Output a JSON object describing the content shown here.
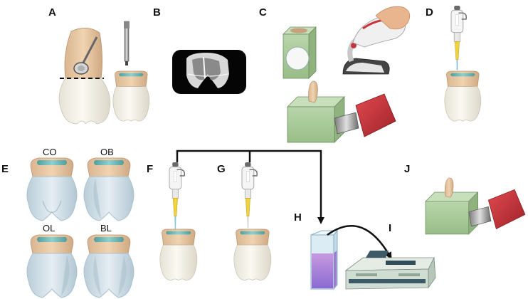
{
  "panels": {
    "a": "A",
    "b": "B",
    "c": "C",
    "d": "D",
    "e": "E",
    "f": "F",
    "g": "G",
    "h": "H",
    "i": "I",
    "j": "J"
  },
  "sections": {
    "co": "CO",
    "ob": "OB",
    "ol": "OL",
    "bl": "BL"
  },
  "colors": {
    "crown": "#f2efe6",
    "root": "#e3c4a0",
    "resin": "#6fb7b5",
    "block": "#a9c99a",
    "cylinder": "#c9343a",
    "glass": "#cfe3ee",
    "liquid": "#b27fd0",
    "arrow": "#111111"
  }
}
